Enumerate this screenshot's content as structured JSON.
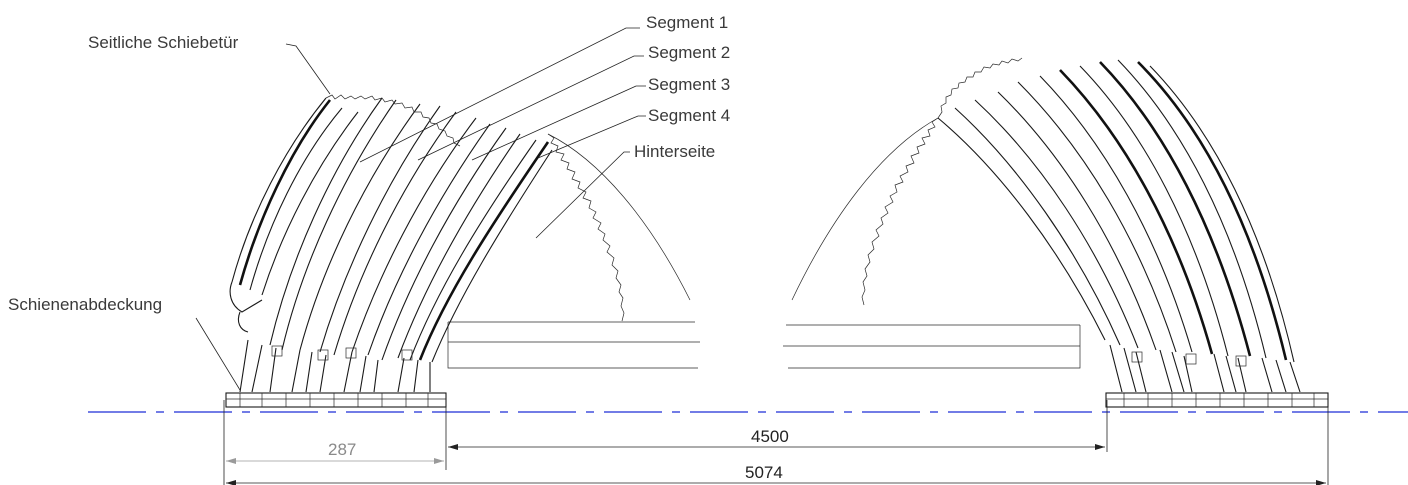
{
  "colors": {
    "centerline": "#1f2fd6",
    "ink": "#1a1a1a",
    "dimension_grey": "#8a8a8a"
  },
  "labels": {
    "side_door": "Seitliche Schiebetür",
    "segment_1": "Segment 1",
    "segment_2": "Segment 2",
    "segment_3": "Segment 3",
    "segment_4": "Segment 4",
    "back_side": "Hinterseite",
    "rail_cover": "Schienenabdeckung"
  },
  "dimensions": {
    "d287": "287",
    "d4500": "4500",
    "d5074": "5074"
  }
}
